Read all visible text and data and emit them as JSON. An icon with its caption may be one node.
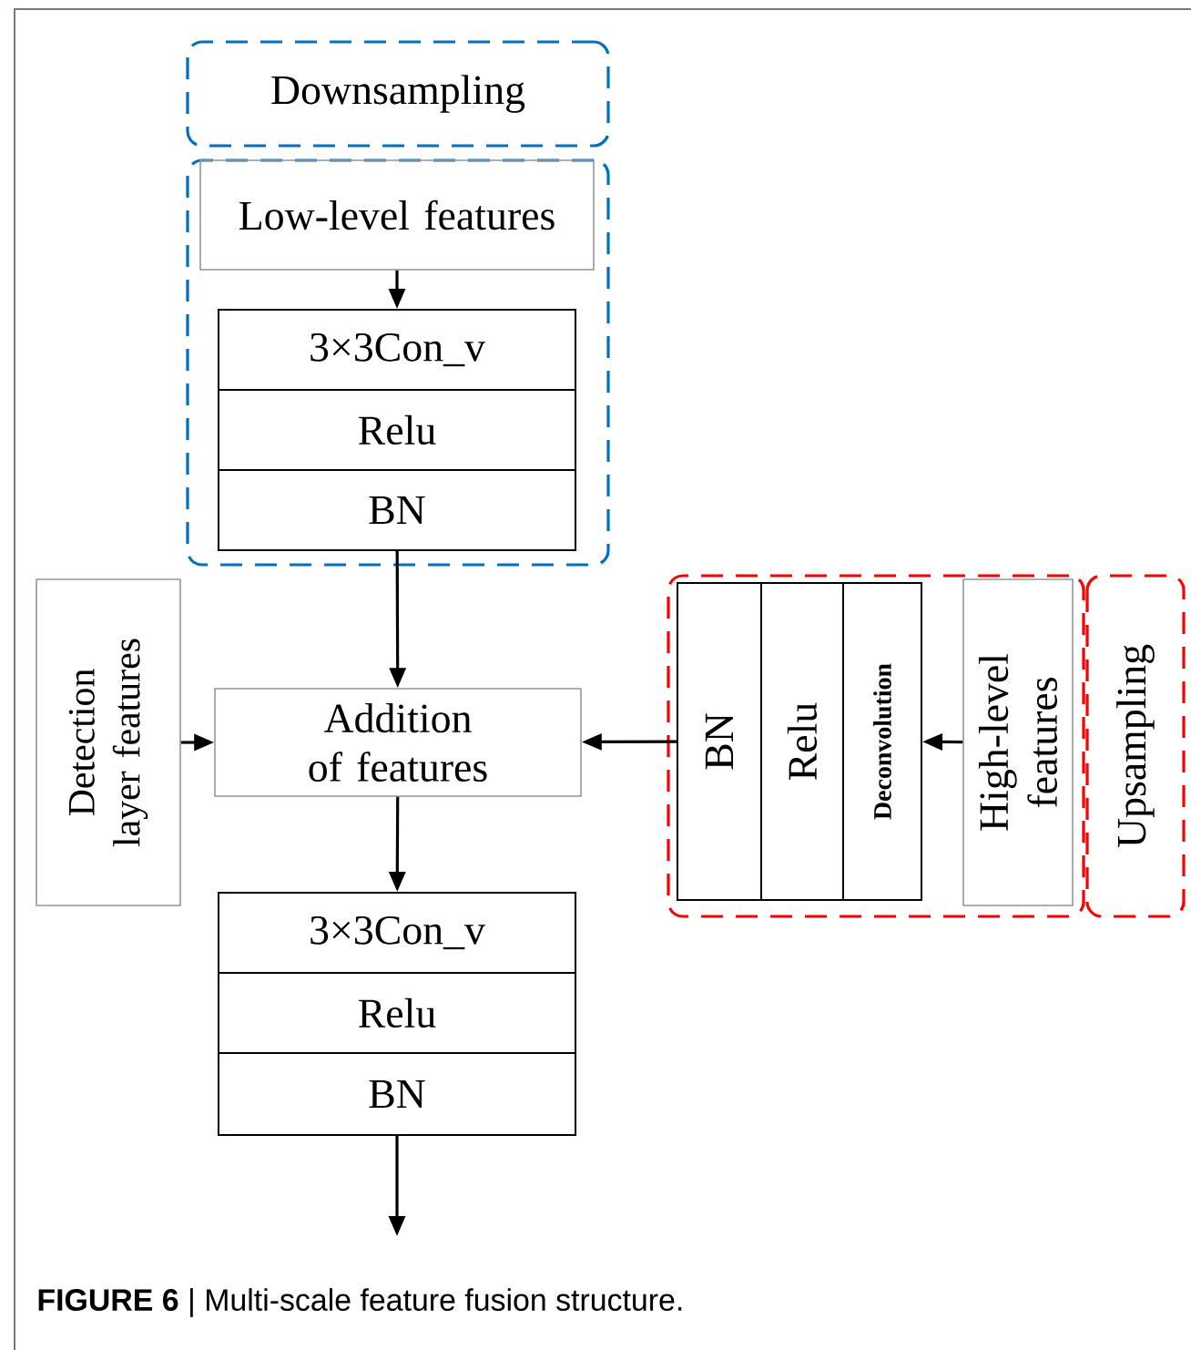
{
  "diagram": {
    "caption": "**FIGURE 6** | Multi-scale feature fusion structure.",
    "nodes": [
      {
        "text": [
          "Downsampling"
        ]
      },
      {
        "text": [],
        "shape": "box"
      },
      {
        "text": [
          "Low-level features"
        ],
        "in": 1
      },
      {
        "text": [
          "3×3Con_v"
        ],
        "in": 1
      },
      {
        "text": [
          "Relu"
        ],
        "in": 1
      },
      {
        "text": [
          "BN"
        ],
        "in": 1
      },
      {
        "text": [
          "Detection layer features"
        ]
      },
      {
        "text": [
          "Addition of features"
        ]
      },
      {
        "text": [],
        "shape": "box"
      },
      {
        "text": [
          "BN"
        ],
        "in": 8
      },
      {
        "text": [
          "Relu"
        ],
        "in": 8
      },
      {
        "text": [
          "Deconvolution"
        ],
        "in": 8
      },
      {
        "text": [
          "High-level features"
        ],
        "in": 8
      },
      {
        "text": [
          "Upsampling"
        ]
      },
      {
        "text": [
          "3×3Con_v"
        ]
      },
      {
        "text": [
          "Relu"
        ]
      },
      {
        "text": [
          "BN"
        ]
      }
    ],
    "edges": [
      {
        "from": 2,
        "to": 3,
        "arrow": "to"
      },
      {
        "from": 5,
        "to": 7,
        "arrow": "to"
      },
      {
        "from": 6,
        "to": 7,
        "arrow": "to"
      },
      {
        "from": 9,
        "to": 7,
        "arrow": "to"
      },
      {
        "from": 12,
        "to": 11,
        "arrow": "to"
      },
      {
        "from": 7,
        "to": 14,
        "arrow": "to"
      },
      {
        "from": 16,
        "to": null,
        "arrow": "to"
      }
    ]
  }
}
